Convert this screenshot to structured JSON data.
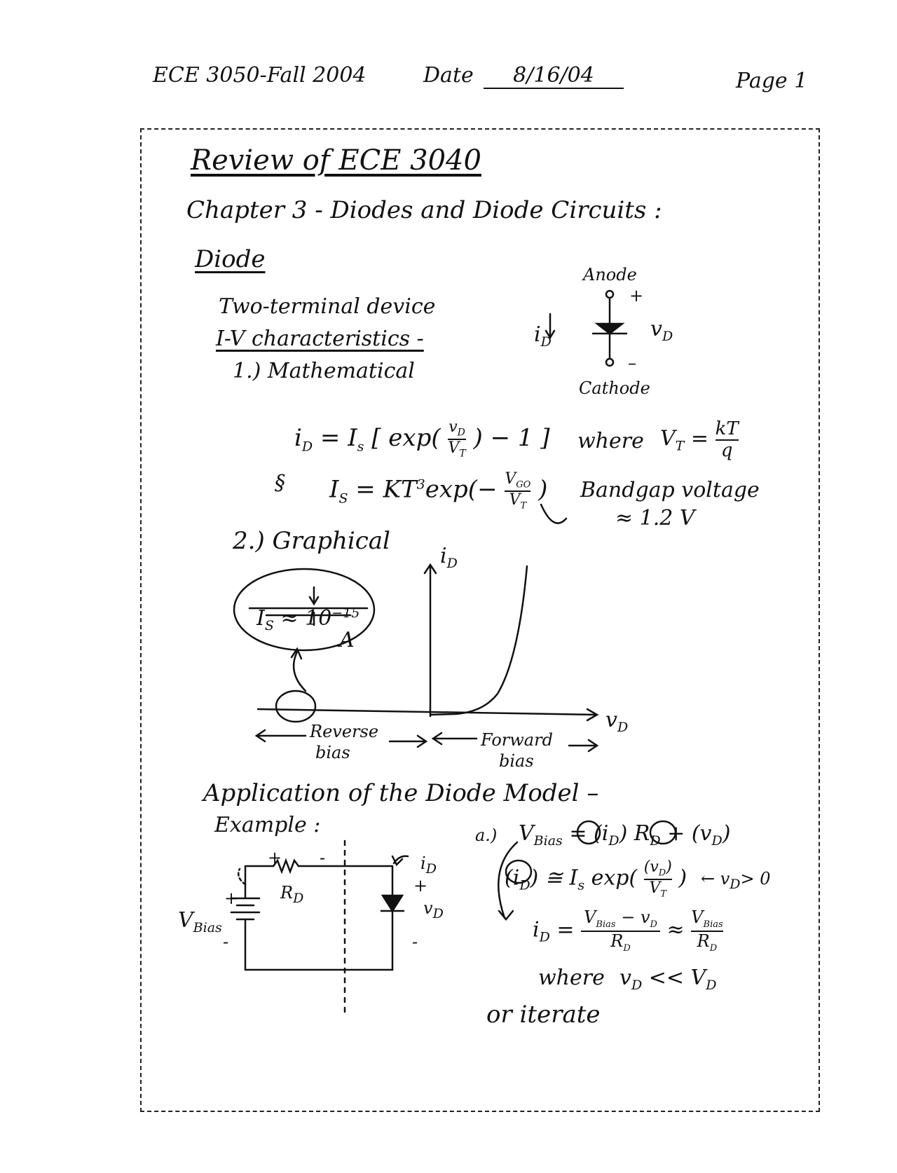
{
  "header": {
    "course": "ECE 3050-Fall 2004",
    "date_label": "Date",
    "date_value": "8/16/04",
    "page": "Page 1"
  },
  "title": "Review of ECE 3040",
  "chapter": "Chapter 3 - Diodes and Diode Circuits :",
  "section_diode": "Diode",
  "lines": {
    "two_terminal": "Two-terminal device",
    "iv_char": "I-V characteristics -",
    "mathematical": "1.) Mathematical",
    "graphical": "2.) Graphical"
  },
  "symbol": {
    "anode": "Anode",
    "cathode": "Cathode",
    "plus": "+",
    "minus": "–",
    "current": "i",
    "current_sub": "D",
    "voltage": "v",
    "voltage_sub": "D"
  },
  "equations": {
    "eq1_lhs": "i",
    "eq1_lhs_sub": "D",
    "eq1_eq": "= I",
    "eq1_eq_sub": "s",
    "eq1_exp": "[ exp(",
    "eq1_frac_num": "v",
    "eq1_frac_num_sub": "D",
    "eq1_frac_den": "V",
    "eq1_frac_den_sub": "T",
    "eq1_tail": ") − 1 ]",
    "where": "where",
    "vt_lhs": "V",
    "vt_lhs_sub": "T",
    "vt_eq": "=",
    "vt_num": "kT",
    "vt_den": "q",
    "amp": "§",
    "is_lhs": "I",
    "is_lhs_sub": "S",
    "is_rhs": "= KT",
    "is_sup": "3",
    "is_exp": "exp(−",
    "is_num": "V",
    "is_num_sub": "GO",
    "is_den": "V",
    "is_den_sub": "T",
    "is_tail": ")",
    "bandgap": "Bandgap voltage",
    "approx": "≈ 1.2 V"
  },
  "graph": {
    "y_label": "i",
    "y_label_sub": "D",
    "x_label": "v",
    "x_label_sub": "D",
    "inset_label": "I",
    "inset_label_sub": "S",
    "inset_approx": "≈ 10",
    "inset_exp": "−15",
    "inset_unit": "A",
    "reverse": "Reverse",
    "reverse_bias": "bias",
    "forward": "Forward",
    "forward_bias": "bias"
  },
  "application": {
    "heading": "Application of the Diode Model –",
    "example": "Example :",
    "plus": "+",
    "minus": "-",
    "rd": "R",
    "rd_sub": "D",
    "vbias": "V",
    "vbias_sub": "Bias",
    "id": "i",
    "id_sub": "D",
    "vd": "v",
    "vd_sub": "D"
  },
  "solution": {
    "a_label": "a.)",
    "line1": "V",
    "line1_sub": "Bias",
    "line1_rest": "= (i",
    "line1_rest_sub": "D",
    "line1_rest2": ") R",
    "line1_rest2_sub": "D",
    "line1_tail": "+ (v",
    "line1_tail_sub": "D",
    "line1_close": ")",
    "line2": "(i",
    "line2_sub": "D",
    "line2_b": ") ≅ I",
    "line2_b_sub": "s",
    "line2_c": "exp(",
    "line2_num": "(v",
    "line2_num_sub": "D",
    "line2_num_close": ")",
    "line2_den": "V",
    "line2_den_sub": "T",
    "line2_d": ")",
    "line2_cond": "← v",
    "line2_cond_sub": "D",
    "line2_cond_tail": "> 0",
    "line3": "i",
    "line3_sub": "D",
    "line3_eq": "=",
    "line3_num": "V",
    "line3_num_sub": "Bias",
    "line3_num_tail": "− v",
    "line3_num_tail_sub": "D",
    "line3_den": "R",
    "line3_den_sub": "D",
    "line3_approx": "≈",
    "line3_num2": "V",
    "line3_num2_sub": "Bias",
    "line3_den2": "R",
    "line3_den2_sub": "D",
    "where": "where",
    "cond": "v",
    "cond_sub": "D",
    "cond_mid": "<< V",
    "cond_mid_sub": "D",
    "iterate": "or iterate"
  }
}
